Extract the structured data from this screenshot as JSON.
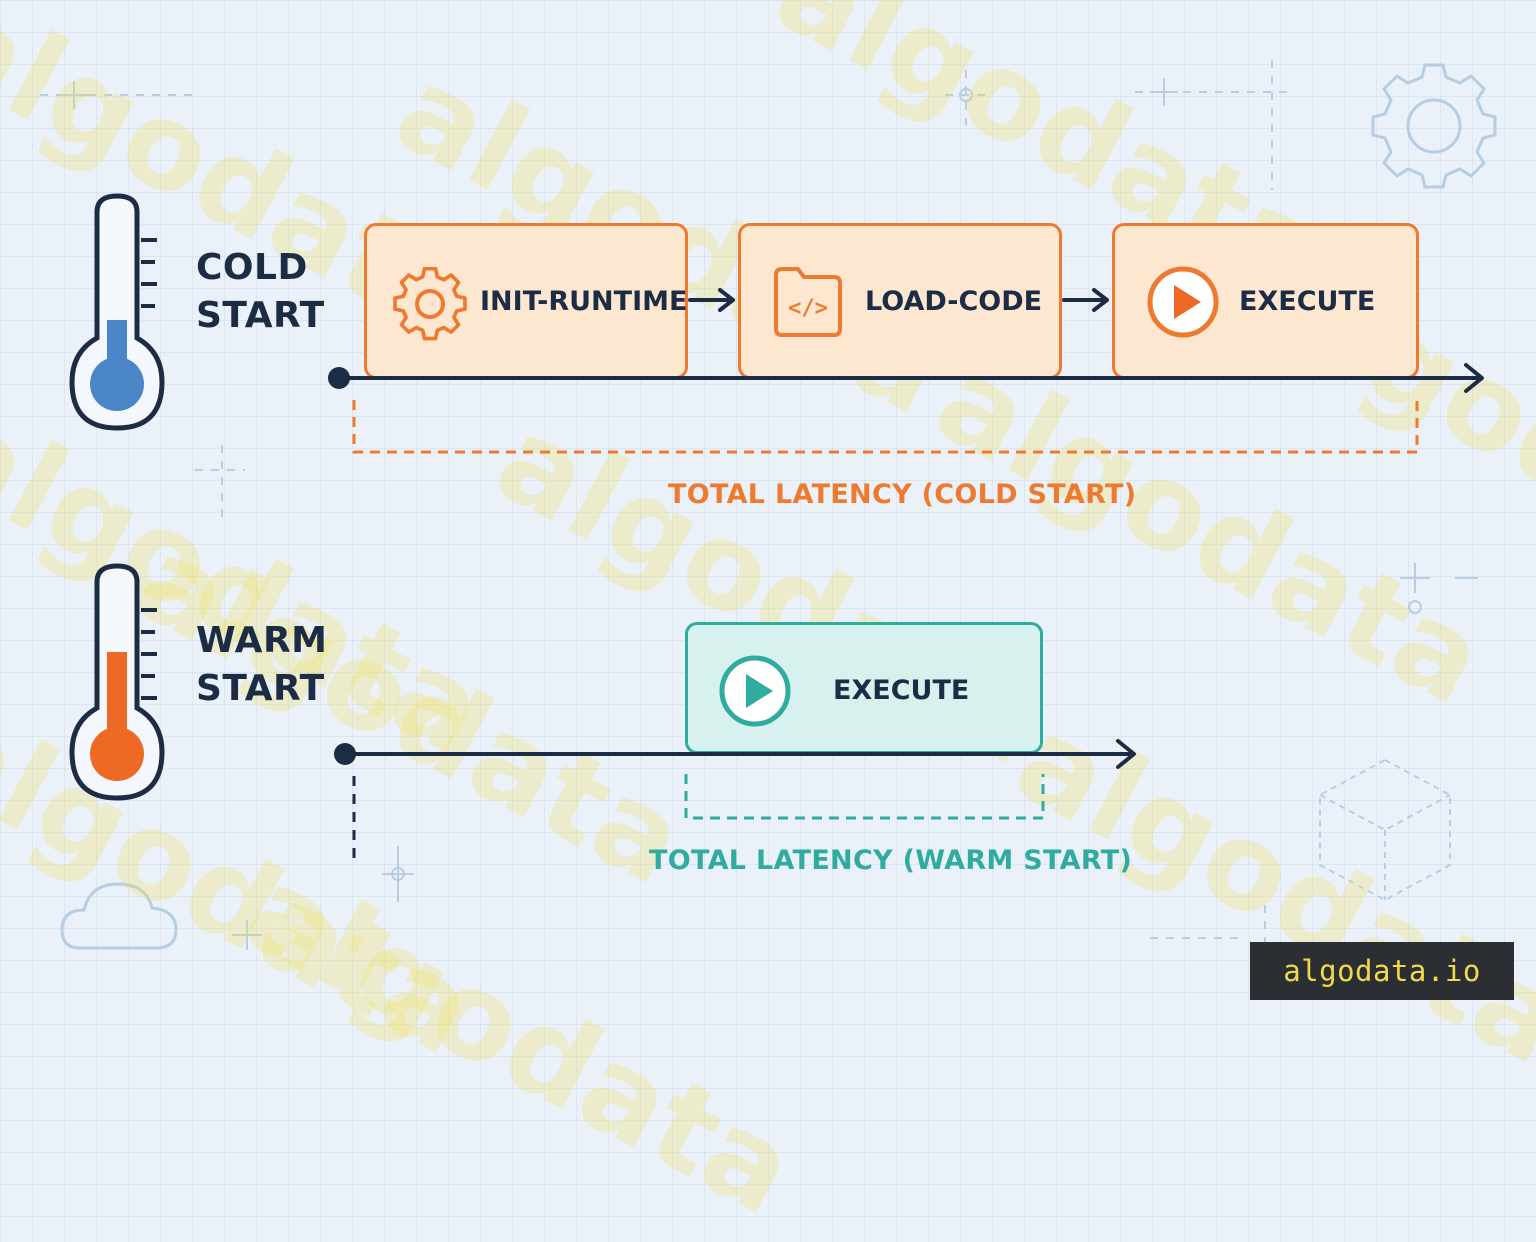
{
  "rows": {
    "cold": {
      "label_line1": "COLD",
      "label_line2": "START",
      "steps": [
        {
          "label": "INIT-RUNTIME",
          "icon": "gear-icon"
        },
        {
          "label": "LOAD-CODE",
          "icon": "code-folder-icon"
        },
        {
          "label": "EXECUTE",
          "icon": "play-icon"
        }
      ],
      "latency_label": "TOTAL LATENCY (COLD START)"
    },
    "warm": {
      "label_line1": "WARM",
      "label_line2": "START",
      "steps": [
        {
          "label": "EXECUTE",
          "icon": "play-icon"
        }
      ],
      "latency_label": "TOTAL LATENCY (WARM START)"
    }
  },
  "colors": {
    "cold_accent": "#ee7a30",
    "warm_accent": "#2fab9f",
    "axis": "#1c2c45",
    "cold_thermometer": "#4a86c8",
    "warm_thermometer": "#ee6a24"
  },
  "watermark": {
    "text": "algodata",
    "badge": "algodata.io"
  }
}
